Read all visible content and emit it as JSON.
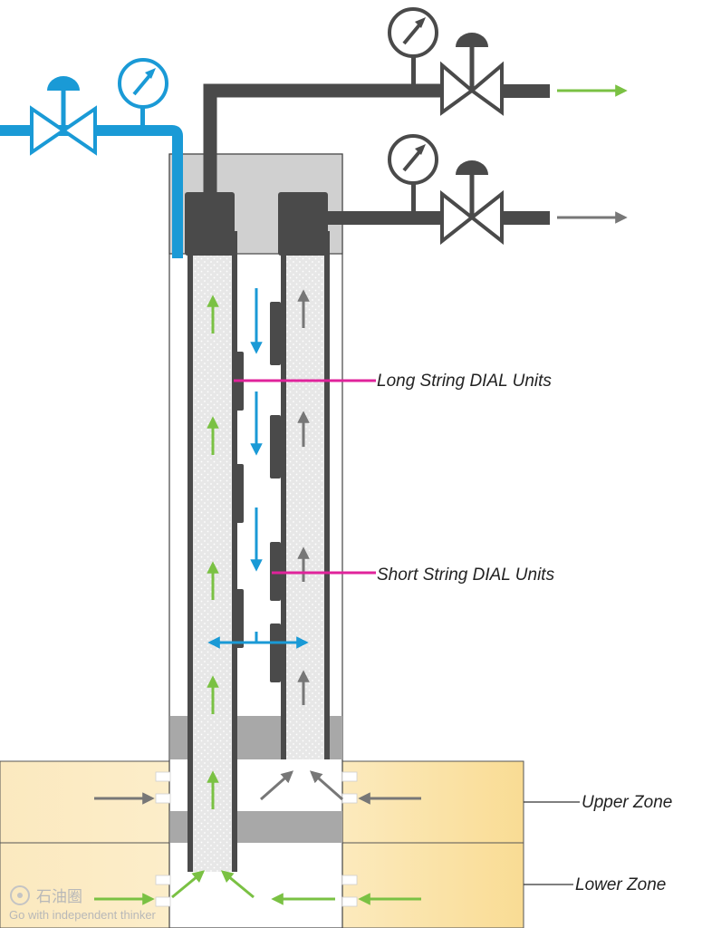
{
  "labels": {
    "long_string": "Long String DIAL Units",
    "short_string": "Short String DIAL Units",
    "upper_zone": "Upper Zone",
    "lower_zone": "Lower Zone"
  },
  "watermark": {
    "brand": "石油圈",
    "slogan": "Go with independent thinker"
  },
  "colors": {
    "injection_blue": "#1a9ad6",
    "production_green": "#7ac143",
    "production_gray": "#777777",
    "callout_magenta": "#e0239b",
    "pipe_dark": "#4a4a4a",
    "zone_fill": "#fbe7b5"
  },
  "icons": {
    "gauge": "pressure-gauge-icon",
    "valve": "gate-valve-icon",
    "flow_arrow": "flow-arrow-icon"
  }
}
